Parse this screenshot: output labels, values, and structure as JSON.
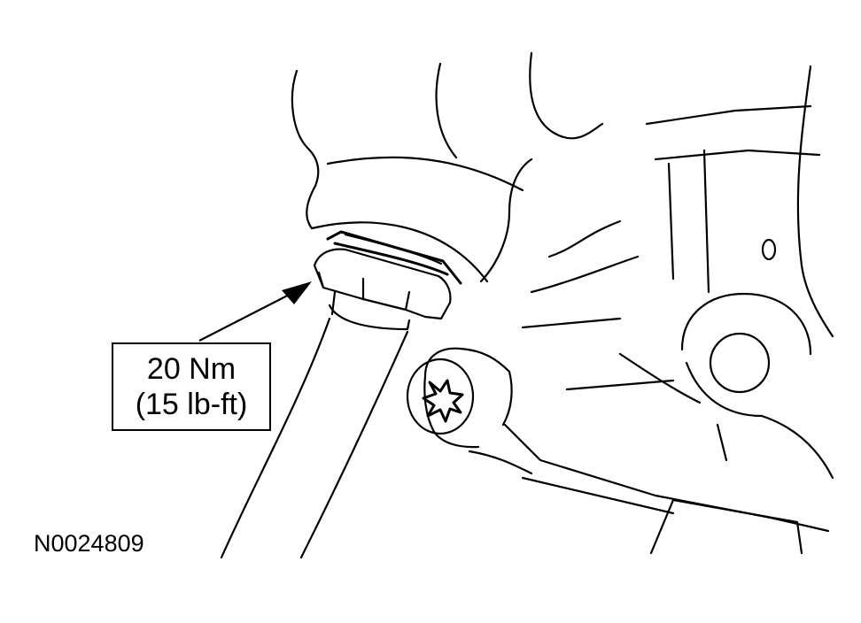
{
  "callout": {
    "torque_metric": "20 Nm",
    "torque_imperial": "(15 lb-ft)"
  },
  "figure": {
    "id": "N0024809"
  },
  "colors": {
    "line": "#000000",
    "background": "#ffffff"
  }
}
